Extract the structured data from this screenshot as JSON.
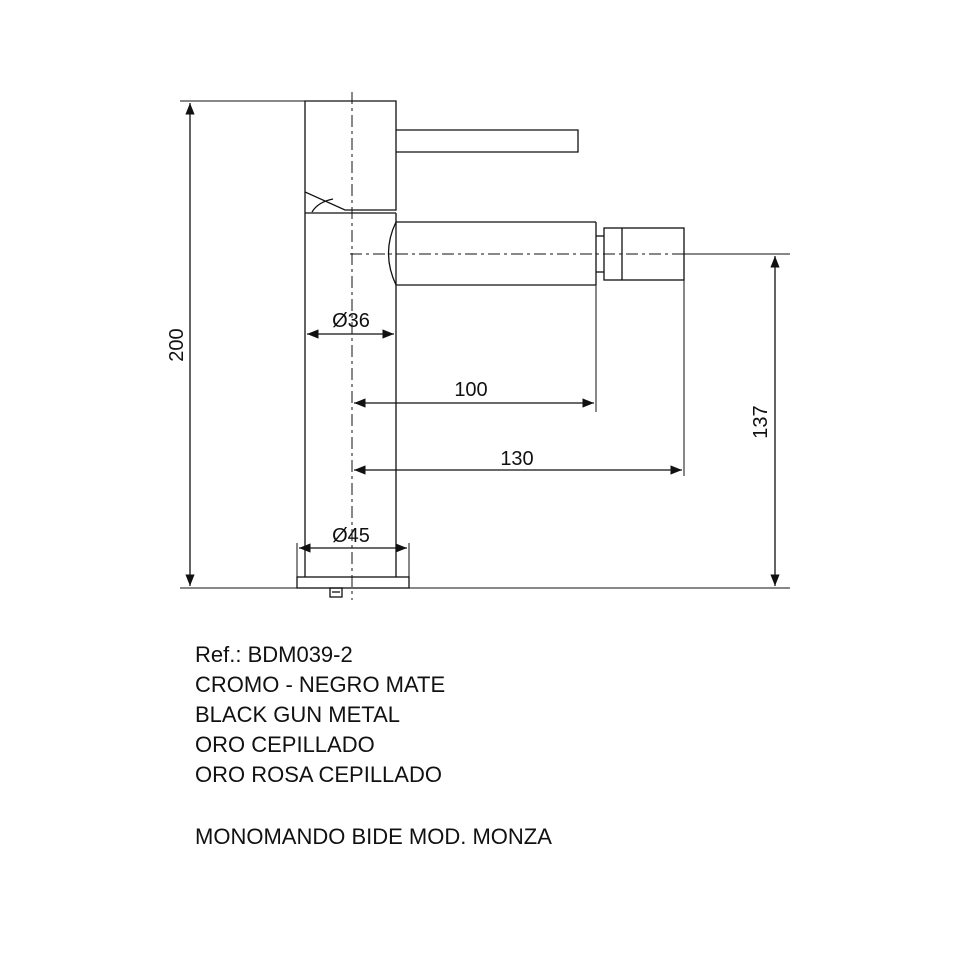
{
  "dimensions": {
    "total_height": "200",
    "spout_height": "137",
    "body_diameter": "Ø36",
    "base_diameter": "Ø45",
    "spout_reach": "100",
    "total_reach": "130"
  },
  "reference": "Ref.: BDM039-2",
  "finishes": [
    "CROMO - NEGRO MATE",
    "BLACK GUN METAL",
    "ORO CEPILLADO",
    "ORO ROSA CEPILLADO"
  ],
  "product_name": "MONOMANDO BIDE MOD. MONZA",
  "colors": {
    "line": "#111111",
    "background": "#ffffff"
  }
}
